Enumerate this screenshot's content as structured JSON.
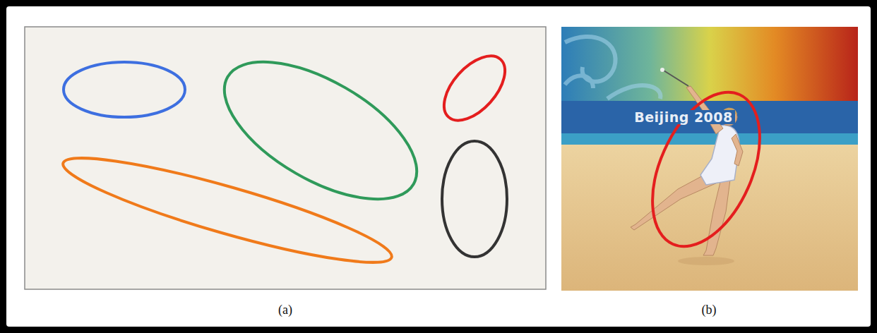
{
  "diagram": {
    "labels": [
      "(a)",
      "(b)",
      "Beijing 2008"
    ]
  }
}
